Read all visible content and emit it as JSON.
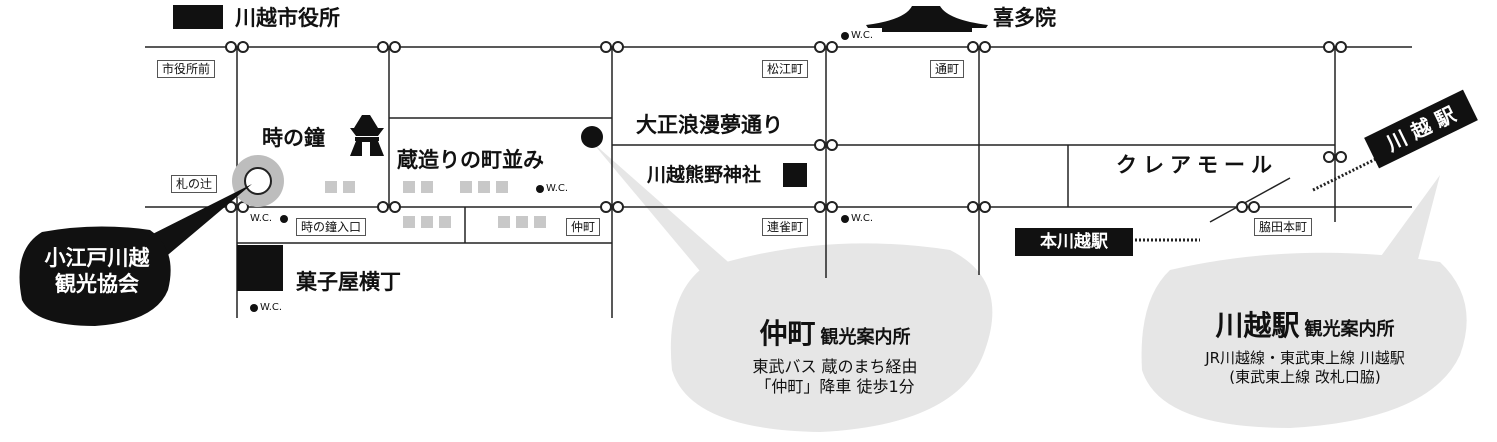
{
  "landmarks": {
    "city_hall": "川越市役所",
    "kitain": "喜多院",
    "toki_no_kane": "時の鐘",
    "kurazukuri": "蔵造りの町並み",
    "taisho_roman": "大正浪漫夢通り",
    "kumano_jinja": "川越熊野神社",
    "crea_mall": "クレアモール",
    "kashiya_yokocho": "菓子屋横丁"
  },
  "bus_stops": {
    "shiyakusho_mae": "市役所前",
    "fuda_no_tsuji": "札の辻",
    "toki_no_kane_iriguchi": "時の鐘入口",
    "nakacho": "仲町",
    "matsuecho": "松江町",
    "tori_machi": "通町",
    "renjakucho": "連雀町",
    "wakita_honcho": "脇田本町"
  },
  "wc_label": "W.C.",
  "stations": {
    "hon_kawagoe": "本川越駅",
    "kawagoe_sign": "川 越 駅"
  },
  "callouts": {
    "koedo": {
      "line1": "小江戸川越",
      "line2": "観光協会"
    },
    "nakacho_info": {
      "title_main": "仲町",
      "title_sub": "観光案内所",
      "line1": "東武バス 蔵のまち経由",
      "line2": "「仲町」降車 徒歩1分"
    },
    "kawagoe_station_info": {
      "title_main": "川越駅",
      "title_sub": "観光案内所",
      "line1": "JR川越線・東武東上線 川越駅",
      "line2": "(東武東上線 改札口脇)"
    }
  },
  "colors": {
    "ink": "#111111",
    "road": "#222222",
    "bubble": "#e6e6e6",
    "building": "#c8c8c8",
    "highlight_ring": "#bdbdbd"
  }
}
